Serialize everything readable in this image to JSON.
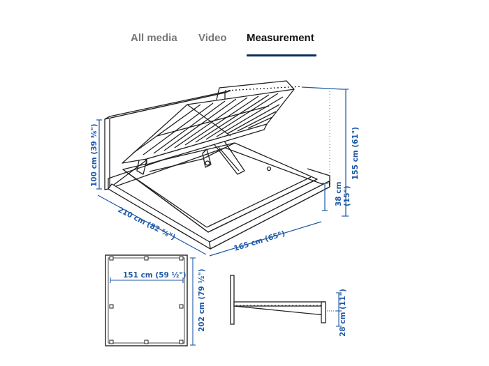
{
  "tabs": [
    {
      "label": "All media",
      "active": false
    },
    {
      "label": "Video",
      "active": false
    },
    {
      "label": "Measurement",
      "active": true
    }
  ],
  "colors": {
    "active_text": "#111111",
    "inactive_text": "#767676",
    "underline": "#0a2d5c",
    "dimension": "#1f5aa6",
    "line_art": "#222222"
  },
  "dimensions": {
    "headboard_height": "100 cm (39 ⅜\")",
    "total_height": "155 cm (61\")",
    "frame_height": "38 cm",
    "frame_height_in": "(15\")",
    "length": "210 cm (82 ⅝\")",
    "width": "165 cm (65\")",
    "inner_width": "151 cm (59 ½\")",
    "inner_length": "202 cm (79 ½\")",
    "floor_clearance": "28 cm (11\")"
  }
}
